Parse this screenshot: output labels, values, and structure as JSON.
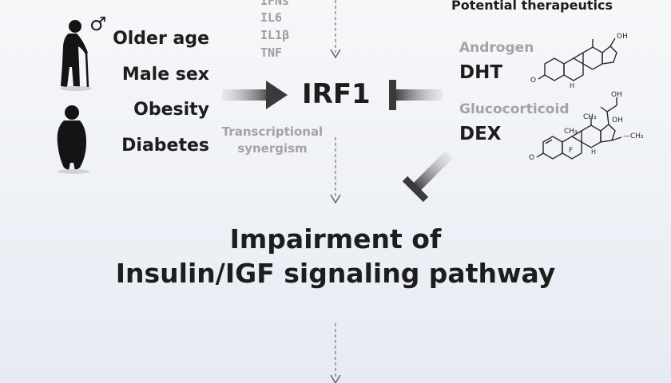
{
  "cytokines": [
    "IFNs",
    "IL6",
    "IL1β",
    "TNF"
  ],
  "risk_factors": [
    "Older age",
    "Male sex",
    "Obesity",
    "Diabetes"
  ],
  "male_symbol": "♂",
  "center_node": "IRF1",
  "synergism_label": "Transcriptional\nsynergism",
  "therapeutics": {
    "header": "Potential therapeutics",
    "androgen_class": "Androgen",
    "androgen_drug": "DHT",
    "gluco_class": "Glucocorticoid",
    "gluco_drug": "DEX"
  },
  "dex_atoms": {
    "oh_top": "OH",
    "oh_side": "OH",
    "ch3_a": "CH₃",
    "ch3_b": "CH₃",
    "f": "F",
    "h": "H"
  },
  "outcome": {
    "line1": "Impairment of",
    "line2": "Insulin/IGF signaling pathway"
  }
}
